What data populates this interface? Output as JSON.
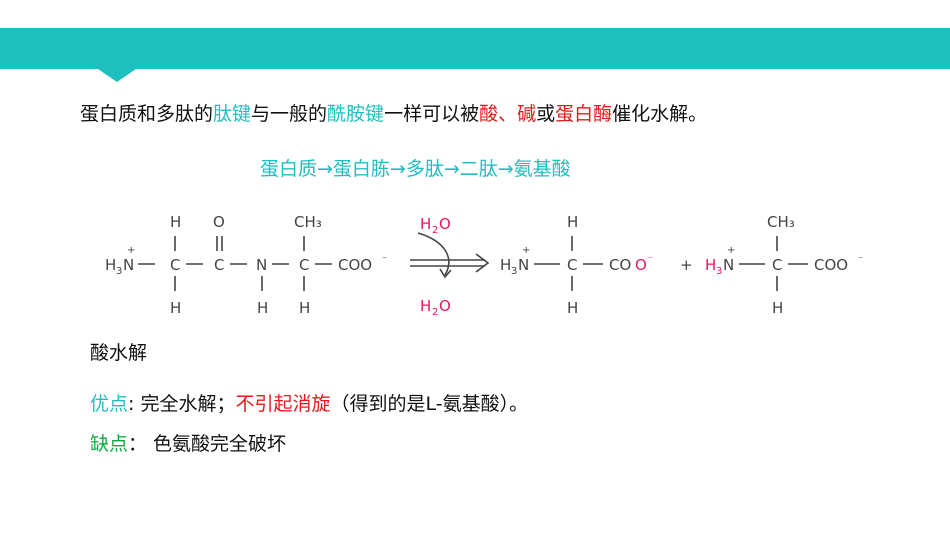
{
  "line1": {
    "part1": "蛋白质和多肽的",
    "peptide_bond": "肽键",
    "part2": "与一般的",
    "amide_bond": "酰胺键",
    "part3": "一样可以被",
    "acid_base": "酸、碱",
    "part4": "或",
    "protease": "蛋白酶",
    "part5": "催化水解。"
  },
  "pathway": "蛋白质→蛋白胨→多肽→二肽→氨基酸",
  "reaction": {
    "h": "H",
    "o": "O",
    "c": "C",
    "n": "N",
    "ch3": "CH₃",
    "h3n_prefix": "H",
    "h3n_sub": "3",
    "h3n_n": "N",
    "coo": "COO",
    "minus": "⁻",
    "plus": "+",
    "plus_charge": "+",
    "water_h": "H",
    "water_sub": "2",
    "water_o": "O",
    "coo_co": "CO",
    "coo_o": "O"
  },
  "heading_acid": "酸水解",
  "advantage": {
    "label": "优点",
    "colon": ": 完全水解；",
    "highlight": "不引起消旋",
    "rest": "（得到的是L-氨基酸）。"
  },
  "disadvantage": {
    "label": "缺点",
    "rest": "： 色氨酸完全破坏"
  },
  "colors": {
    "accent": "#1fbfc0",
    "red": "#e21a1a",
    "green": "#17a844",
    "pink": "#e4195a"
  }
}
